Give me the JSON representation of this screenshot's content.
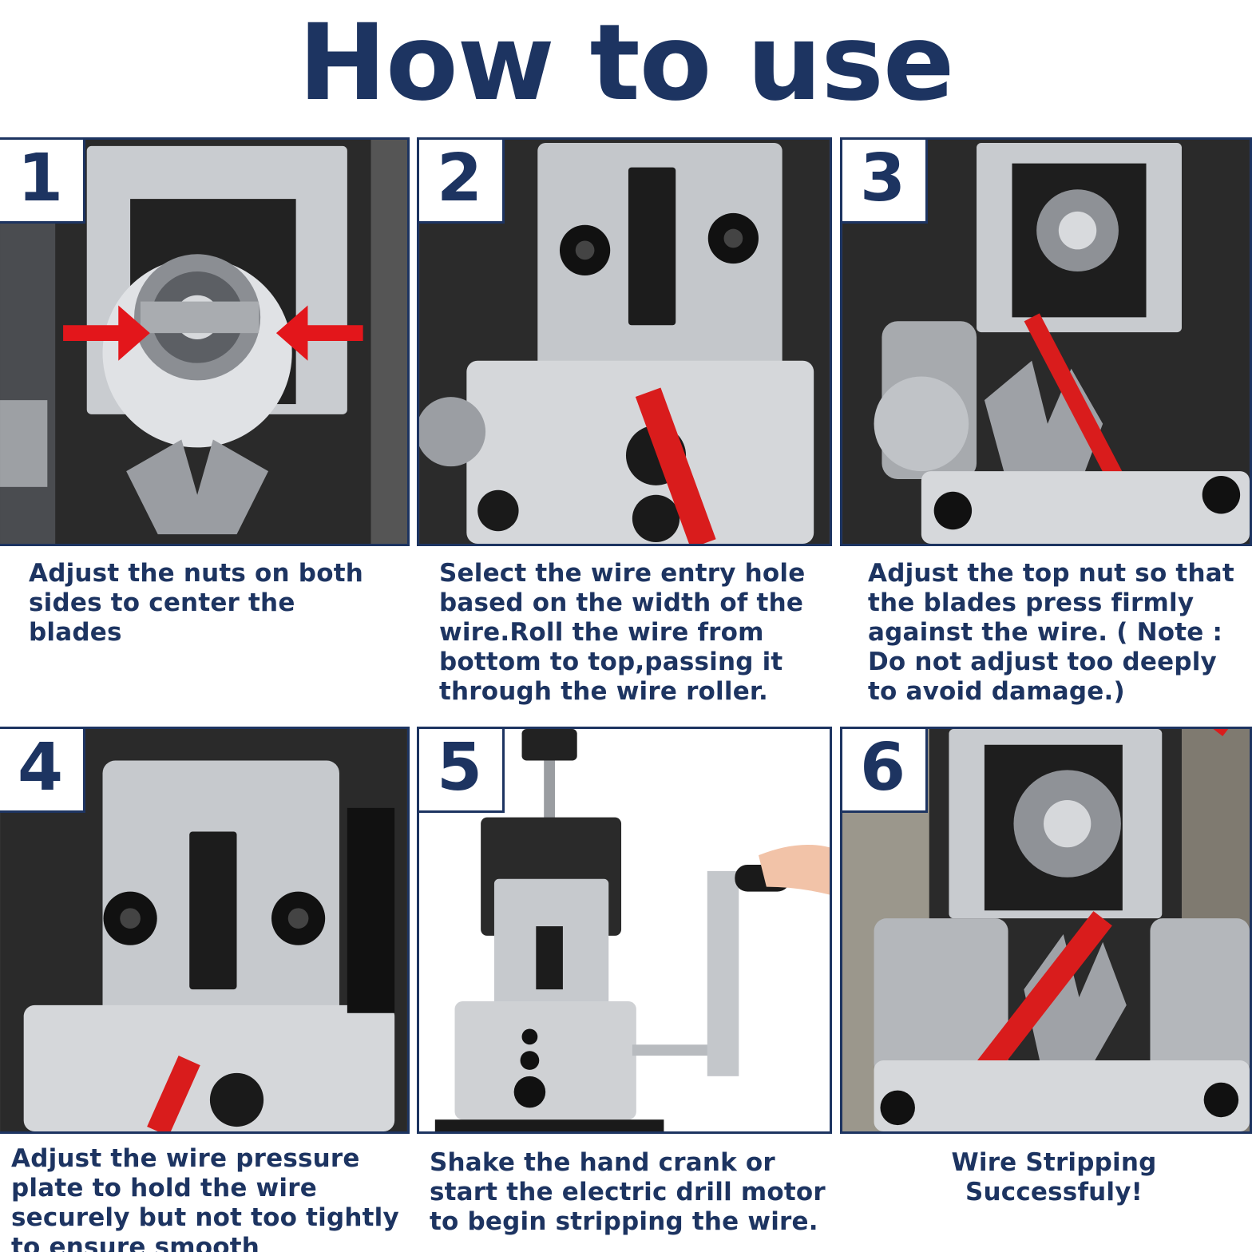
{
  "title": "How to use",
  "steps": [
    {
      "number": "1",
      "caption": "Adjust the nuts on both sides to center the blades"
    },
    {
      "number": "2",
      "caption": "Select the wire entry hole based on the width of the wire.Roll the wire from bottom to top,passing it through the wire roller."
    },
    {
      "number": "3",
      "caption": "Adjust the top nut so that the blades press firmly against the wire. ( Note : Do not adjust too deeply to avoid damage.)"
    },
    {
      "number": "4",
      "caption": "Adjust the wire pressure plate to hold the wire securely but not too tightly to ensure smooth movement."
    },
    {
      "number": "5",
      "caption": "Shake the hand crank or start the electric drill motor to begin stripping the wire."
    },
    {
      "number": "6",
      "caption": "Wire Stripping Successfuly!"
    }
  ],
  "colors": {
    "heading": "#1d3461",
    "wire": "#d91c1c",
    "metal": "#bfc2c6",
    "frame": "#1a1a1a"
  }
}
